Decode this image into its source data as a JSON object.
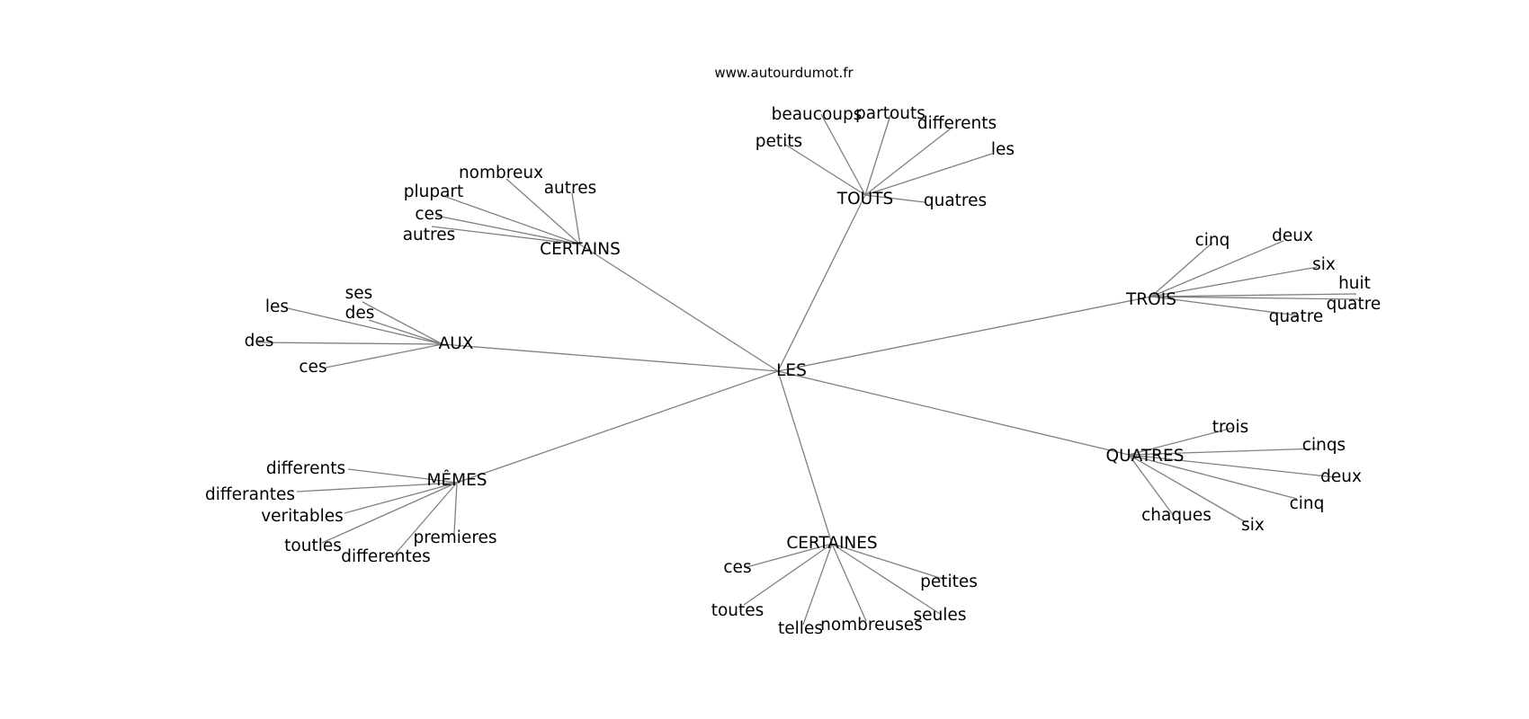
{
  "credit": "www.autourdumot.fr",
  "graph": {
    "center": "LES",
    "hubs": [
      {
        "label": "TOUTS",
        "leaves": [
          "beaucoups",
          "partouts",
          "differents",
          "petits",
          "les",
          "quatres"
        ]
      },
      {
        "label": "CERTAINS",
        "leaves": [
          "nombreux",
          "autres",
          "plupart",
          "ces",
          "autres"
        ]
      },
      {
        "label": "TROIS",
        "leaves": [
          "cinq",
          "deux",
          "six",
          "huit",
          "quatre",
          "quatre"
        ]
      },
      {
        "label": "AUX",
        "leaves": [
          "ses",
          "les",
          "des",
          "des",
          "ces"
        ]
      },
      {
        "label": "QUATRES",
        "leaves": [
          "trois",
          "cinqs",
          "deux",
          "cinq",
          "six",
          "chaques"
        ]
      },
      {
        "label": "MÊMES",
        "leaves": [
          "differents",
          "differantes",
          "veritables",
          "toutles",
          "differentes",
          "premieres"
        ]
      },
      {
        "label": "CERTAINES",
        "leaves": [
          "ces",
          "toutes",
          "telles",
          "nombreuses",
          "seules",
          "petites"
        ]
      }
    ]
  }
}
